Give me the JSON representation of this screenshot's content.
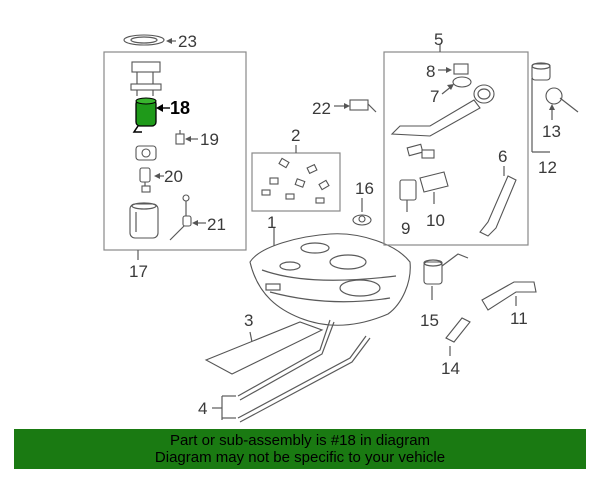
{
  "callouts": {
    "c1": "1",
    "c2": "2",
    "c3": "3",
    "c4": "4",
    "c5": "5",
    "c6": "6",
    "c7": "7",
    "c8": "8",
    "c9": "9",
    "c10": "10",
    "c11": "11",
    "c12": "12",
    "c13": "13",
    "c14": "14",
    "c15": "15",
    "c16": "16",
    "c17": "17",
    "c18": "18",
    "c19": "19",
    "c20": "20",
    "c21": "21",
    "c22": "22",
    "c23": "23"
  },
  "highlight_part": "18",
  "colors": {
    "banner_bg": "#1a7a12",
    "highlight": "#1f9a1a"
  },
  "banner": {
    "line1": "Part or sub-assembly is #18 in diagram",
    "line2": "Diagram may not be specific to your vehicle"
  }
}
